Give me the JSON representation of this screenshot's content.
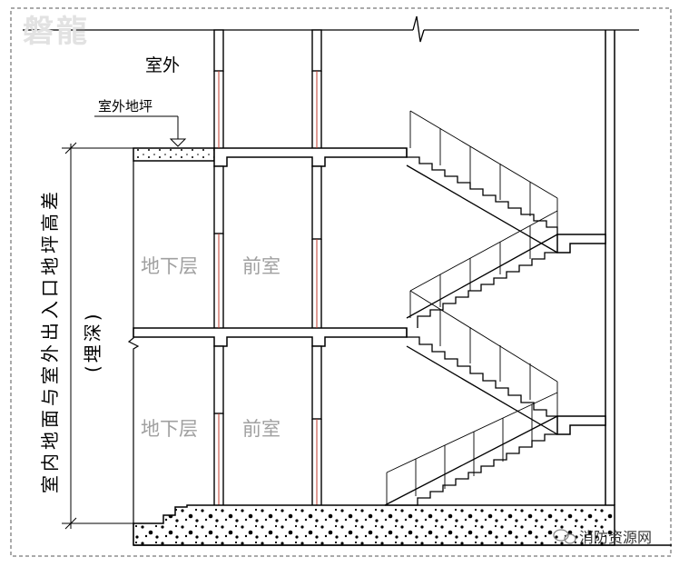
{
  "logo_text": "磐龍",
  "labels": {
    "outdoor": "室外",
    "outdoor_ground": "室外地坪",
    "basement_1": "地下层",
    "anteroom_1": "前室",
    "basement_2": "地下层",
    "anteroom_2": "前室",
    "dimension_main": "室内地面与室外出入口地坪高差",
    "dimension_sub": "(埋深)"
  },
  "watermark": "消防资源网",
  "colors": {
    "line": "#000000",
    "label_gray": "#a0a0a0",
    "pipe_red": "#c0392b",
    "frame": "#555555"
  }
}
